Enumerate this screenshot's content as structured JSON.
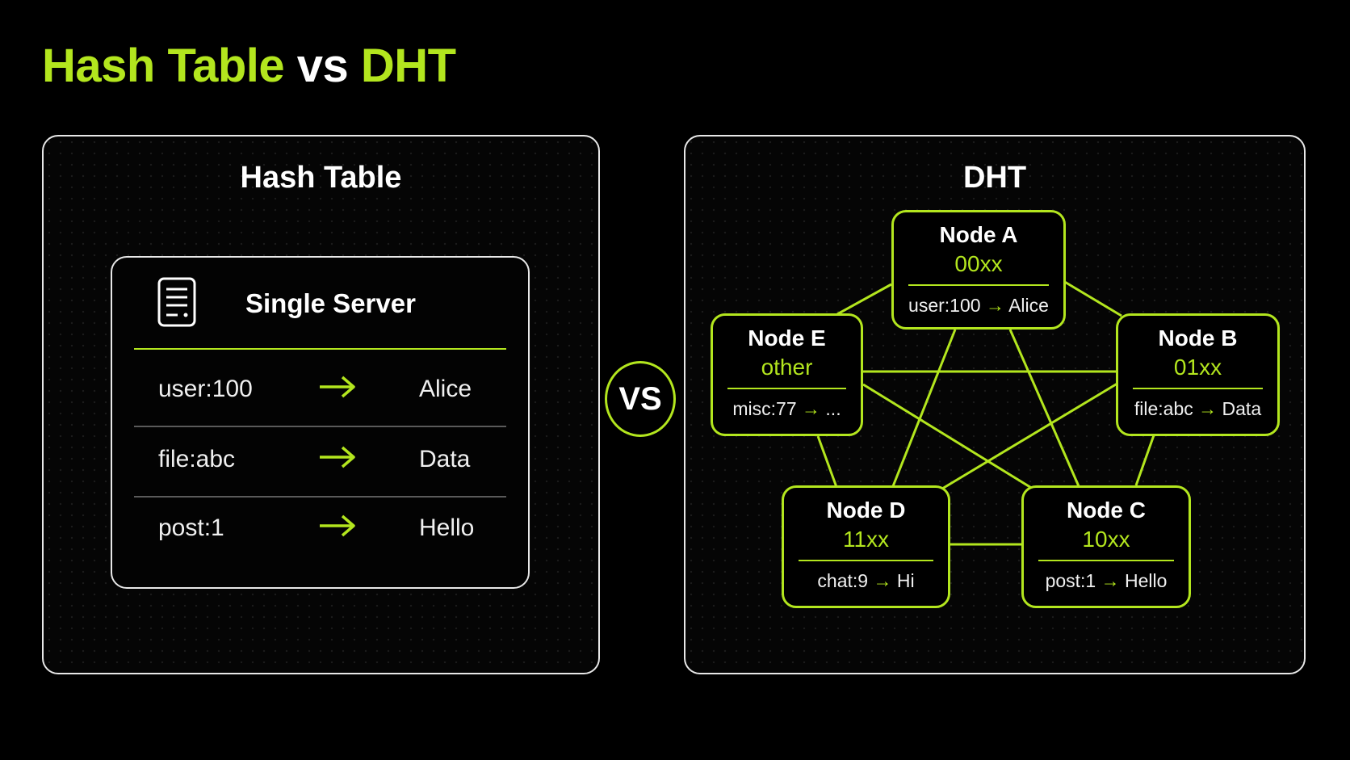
{
  "title": {
    "part1": "Hash Table",
    "part2": " vs ",
    "part3": "DHT"
  },
  "left_panel": {
    "title": "Hash Table",
    "server": {
      "label": "Single Server",
      "rows": [
        {
          "key": "user:100",
          "value": "Alice"
        },
        {
          "key": "file:abc",
          "value": "Data"
        },
        {
          "key": "post:1",
          "value": "Hello"
        }
      ]
    }
  },
  "vs_label": "VS",
  "right_panel": {
    "title": "DHT",
    "nodes": [
      {
        "name": "Node A",
        "range": "00xx",
        "key": "user:100",
        "value": "Alice"
      },
      {
        "name": "Node B",
        "range": "01xx",
        "key": "file:abc",
        "value": "Data"
      },
      {
        "name": "Node C",
        "range": "10xx",
        "key": "post:1",
        "value": "Hello"
      },
      {
        "name": "Node D",
        "range": "11xx",
        "key": "chat:9",
        "value": "Hi"
      },
      {
        "name": "Node E",
        "range": "other",
        "key": "misc:77",
        "value": "..."
      }
    ]
  },
  "colors": {
    "accent": "#b3e61e",
    "background": "#000000",
    "border": "#e8e8e8"
  },
  "icons": {
    "server": "server-icon",
    "arrow": "arrow-right-icon"
  }
}
